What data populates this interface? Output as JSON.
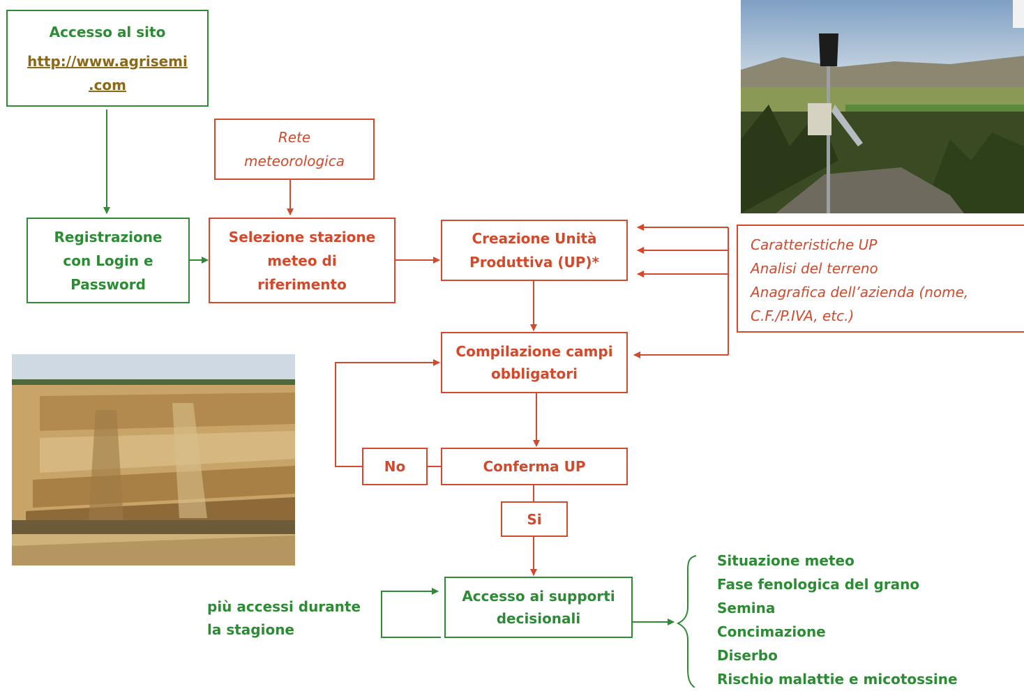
{
  "boxes": {
    "access": {
      "title": "Accesso al sito",
      "link_part1": "http://www.agrisemi",
      "link_part2": ".com"
    },
    "registration": {
      "line1": "Registrazione",
      "line2": "con Login e",
      "line3": "Password"
    },
    "weather_network": {
      "line1": "Rete",
      "line2": "meteorologica"
    },
    "station_selection": {
      "line1": "Selezione stazione",
      "line2": "meteo di",
      "line3": "riferimento"
    },
    "create_up": {
      "line1": "Creazione Unità",
      "line2": "Produttiva (UP)*"
    },
    "mandatory_fields": {
      "line1": "Compilazione campi",
      "line2": "obbligatori"
    },
    "confirm_up": {
      "label": "Conferma UP"
    },
    "no": {
      "label": "No"
    },
    "yes": {
      "label": "Si"
    },
    "decision_support": {
      "line1": "Accesso ai supporti",
      "line2": "decisionali"
    }
  },
  "up_features": [
    "Caratteristiche UP",
    "Analisi del terreno",
    "Anagrafica dell’azienda (nome,",
    "C.F./P.IVA, etc.)"
  ],
  "repeat_note": {
    "line1": "più accessi durante",
    "line2": "la stagione"
  },
  "outputs": [
    "Situazione meteo",
    "Fase fenologica del grano",
    "Semina",
    "Concimazione",
    "Diserbo",
    "Rischio malattie e micotossine"
  ],
  "colors": {
    "green": "#2e8b35",
    "red": "#d3492c",
    "link": "#8a6a1a"
  }
}
